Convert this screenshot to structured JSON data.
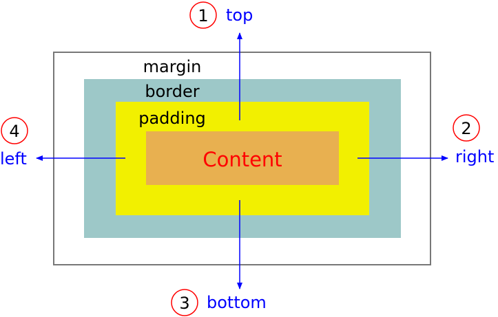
{
  "layers": {
    "margin": "margin",
    "border": "border",
    "padding": "padding",
    "content": "Content"
  },
  "directions": [
    {
      "number": "1",
      "label": "top"
    },
    {
      "number": "2",
      "label": "right"
    },
    {
      "number": "3",
      "label": "bottom"
    },
    {
      "number": "4",
      "label": "left"
    }
  ],
  "colors": {
    "margin_stroke": "#777777",
    "border_fill": "#9dc8c8",
    "padding_fill": "#f2f000",
    "content_fill": "#e8b050",
    "content_text": "#ff0000",
    "arrow": "#0000ff",
    "circle": "#ff0000"
  }
}
